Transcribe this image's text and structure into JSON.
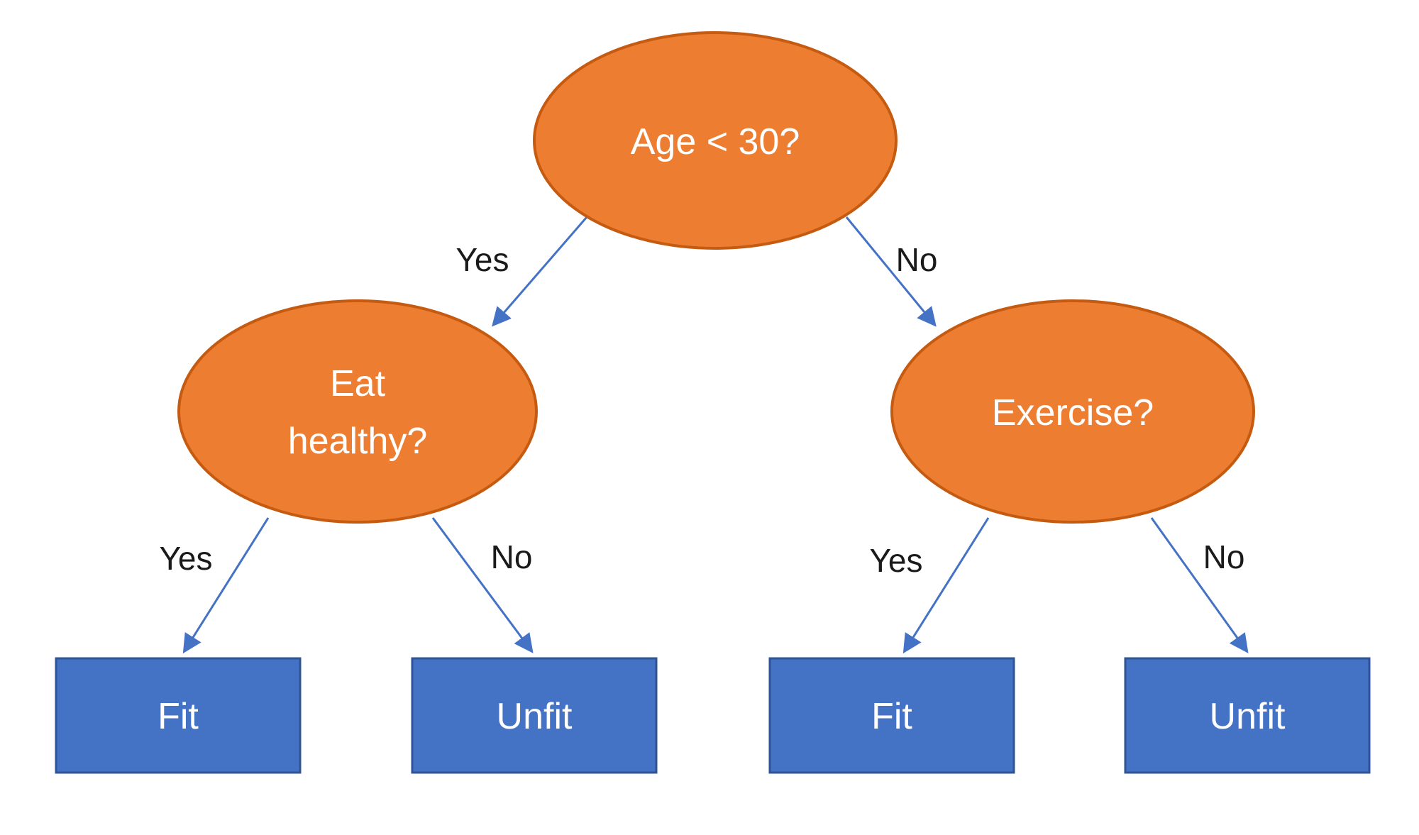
{
  "diagram": {
    "type": "decision-tree",
    "colors": {
      "node_fill": "#ED7D31",
      "node_border": "#C55A11",
      "leaf_fill": "#4472C4",
      "leaf_border": "#2F5496",
      "arrow": "#4472C4",
      "node_text": "#FFFFFF",
      "edge_label_text": "#1A1A1A",
      "background": "#FFFFFF"
    },
    "nodes": {
      "root": {
        "label": "Age < 30?"
      },
      "eat_healthy": {
        "line1": "Eat",
        "line2": "healthy?"
      },
      "exercise": {
        "label": "Exercise?"
      },
      "fit_left": {
        "label": "Fit"
      },
      "unfit_left": {
        "label": "Unfit"
      },
      "fit_right": {
        "label": "Fit"
      },
      "unfit_right": {
        "label": "Unfit"
      }
    },
    "edges": {
      "root_yes": {
        "label": "Yes",
        "from": "root",
        "to": "eat_healthy"
      },
      "root_no": {
        "label": "No",
        "from": "root",
        "to": "exercise"
      },
      "eat_yes": {
        "label": "Yes",
        "from": "eat_healthy",
        "to": "fit_left"
      },
      "eat_no": {
        "label": "No",
        "from": "eat_healthy",
        "to": "unfit_left"
      },
      "exercise_yes": {
        "label": "Yes",
        "from": "exercise",
        "to": "fit_right"
      },
      "exercise_no": {
        "label": "No",
        "from": "exercise",
        "to": "unfit_right"
      }
    }
  }
}
